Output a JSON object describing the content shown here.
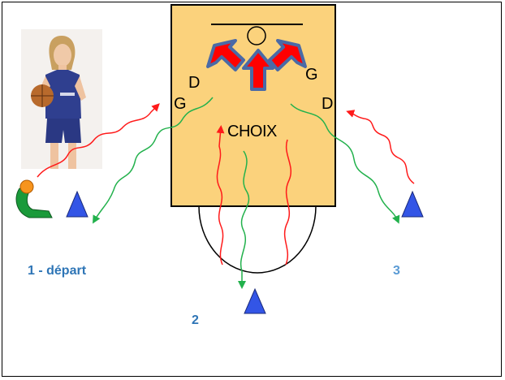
{
  "labels": {
    "letter_g_left": "G",
    "letter_d_left": "D",
    "letter_g_right": "G",
    "letter_d_right": "D",
    "choix": "CHOIX",
    "start_label": "1 - départ",
    "spot_2": "2",
    "spot_3": "3"
  },
  "colors": {
    "paint_fill": "#fbd27c",
    "red_line": "#ff1a1a",
    "green_line": "#22b14c",
    "cone_blue": "#3355e6",
    "arrow_blue": "#4a6aa6",
    "arrow_red": "#ff0000",
    "label_dark_blue": "#2e75b6",
    "label_light_blue": "#5b9bd5",
    "coach_green": "#1a9a3a",
    "coach_orange": "#f7941d"
  },
  "icons": {
    "player_photo": "basketball-player-photo",
    "coach": "coach-with-ball-icon",
    "cone": "cone-triangle-icon"
  }
}
